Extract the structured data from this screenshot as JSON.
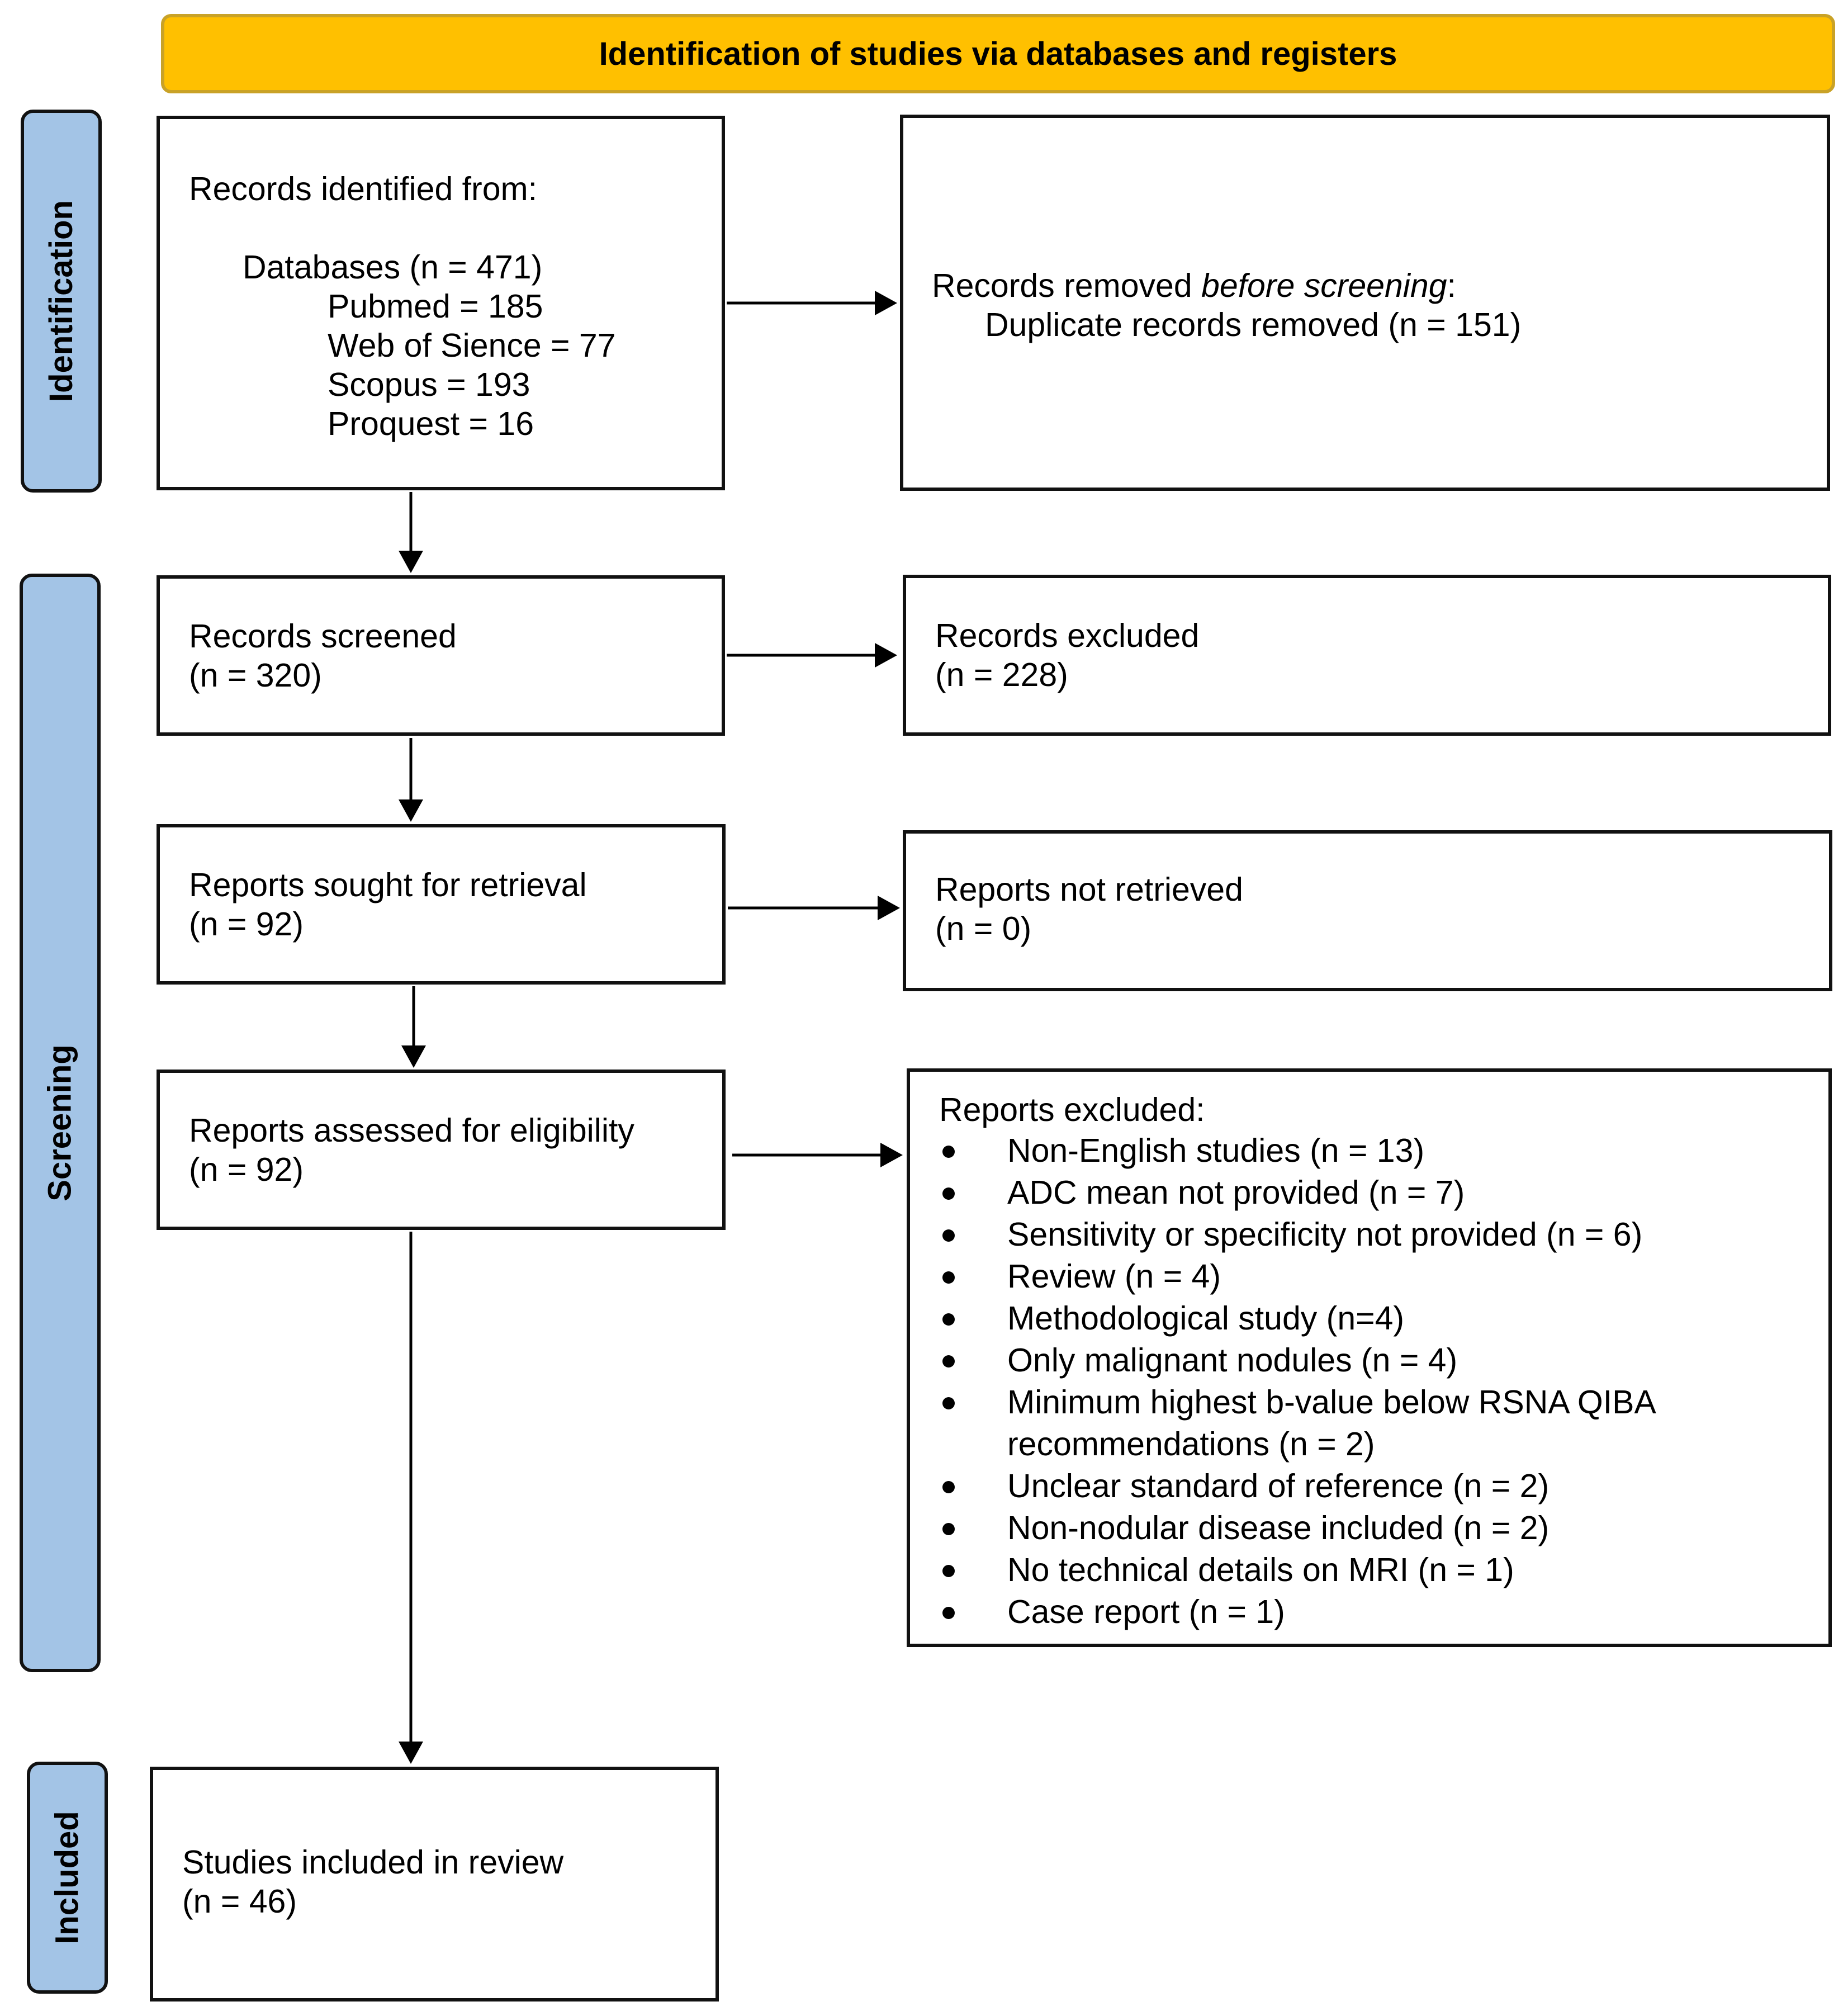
{
  "header": {
    "title": "Identification of studies via databases and registers"
  },
  "phases": {
    "identification": "Identification",
    "screening": "Screening",
    "included": "Included"
  },
  "identified": {
    "title": "Records identified from:",
    "databases": "Databases (n = 471)",
    "pubmed": "Pubmed = 185",
    "wos": "Web of Sience = 77",
    "scopus": "Scopus = 193",
    "proquest": "Proquest = 16"
  },
  "removed": {
    "prefix": "Records removed ",
    "emph": "before screening",
    "suffix": ":",
    "duplicates": "Duplicate records removed (n = 151)"
  },
  "screened": {
    "label": "Records screened",
    "count": "(n = 320)"
  },
  "excluded_records": {
    "label": "Records excluded",
    "count": "(n = 228)"
  },
  "sought": {
    "label": "Reports sought for retrieval",
    "count": "(n = 92)"
  },
  "not_retrieved": {
    "label": "Reports not retrieved",
    "count": "(n = 0)"
  },
  "assessed": {
    "label": "Reports assessed for eligibility",
    "count": "(n = 92)"
  },
  "reports_excluded": {
    "title": "Reports excluded:",
    "items": [
      "Non-English studies (n = 13)",
      "ADC mean not provided (n = 7)",
      "Sensitivity or specificity not provided (n = 6)",
      "Review (n = 4)",
      "Methodological study (n=4)",
      "Only malignant nodules (n = 4)",
      "Minimum highest b-value below RSNA QIBA",
      "recommendations (n = 2)",
      "Unclear standard of reference (n = 2)",
      "Non-nodular disease included (n = 2)",
      "No technical details on MRI (n = 1)",
      "Case report (n = 1)"
    ]
  },
  "included": {
    "label": "Studies included in review",
    "count": "(n = 46)"
  }
}
